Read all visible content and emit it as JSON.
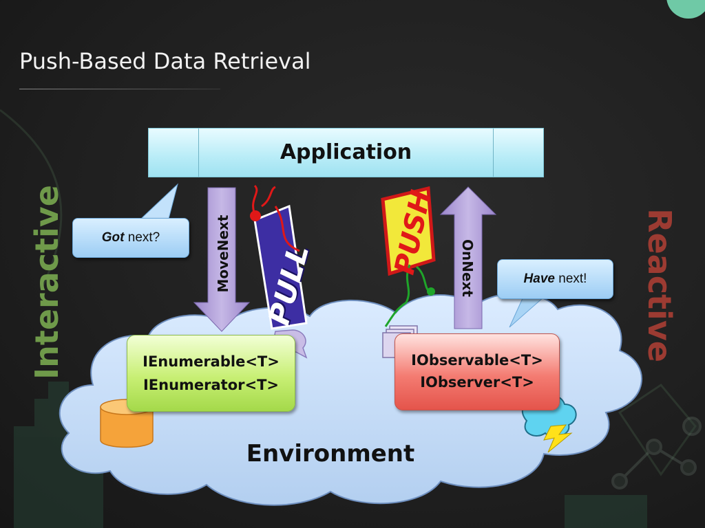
{
  "slide": {
    "title": "Push-Based Data Retrieval"
  },
  "application": {
    "label": "Application"
  },
  "side_labels": {
    "left": "Interactive",
    "right": "Reactive"
  },
  "bubbles": {
    "got": {
      "emphasis": "Got",
      "rest": " next?"
    },
    "have": {
      "emphasis": "Have",
      "rest": " next!"
    }
  },
  "arrows": {
    "move_next": "MoveNext",
    "on_next": "OnNext"
  },
  "stickers": {
    "pull": "PULL",
    "push": "PUSH"
  },
  "interfaces": {
    "enumerable": {
      "line1": "IEnumerable<T>",
      "line2": "IEnumerator<T>"
    },
    "observable": {
      "line1": "IObservable<T>",
      "line2": "IObserver<T>"
    }
  },
  "environment": {
    "label": "Environment"
  },
  "colors": {
    "interactive_green": "#6f9a4a",
    "reactive_red": "#9c3b32",
    "arrow_purple": "#b4a4d8",
    "app_bar_blue": "#b8ecf7"
  }
}
